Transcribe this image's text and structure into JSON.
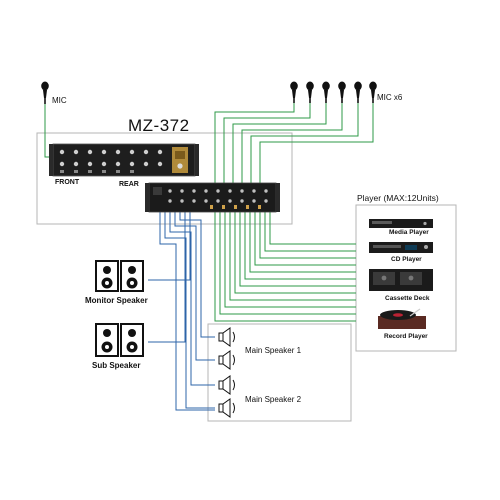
{
  "diagram": {
    "model": "MZ-372",
    "mic_single_label": "MIC",
    "mic_multi_label": "MIC x6",
    "front_label": "FRONT",
    "rear_label": "REAR",
    "player_group_label": "Player (MAX:12Units)",
    "players": [
      "Media Player",
      "CD Player",
      "Cassette Deck",
      "Record Player"
    ],
    "monitor_speaker_label": "Monitor Speaker",
    "sub_speaker_label": "Sub Speaker",
    "main_speaker_1_label": "Main Speaker 1",
    "main_speaker_2_label": "Main Speaker 2"
  },
  "colors": {
    "mic_line": "#2e9a47",
    "player_line": "#2e9a47",
    "speaker_line": "#2e64a8",
    "box_border": "#b5b5b5"
  },
  "icons": [
    "microphone-icon",
    "mixer-front-panel",
    "mixer-rear-panel",
    "media-player-icon",
    "cd-player-icon",
    "cassette-deck-icon",
    "record-player-icon",
    "monitor-speaker-icon",
    "sub-speaker-icon",
    "horn-speaker-icon"
  ]
}
